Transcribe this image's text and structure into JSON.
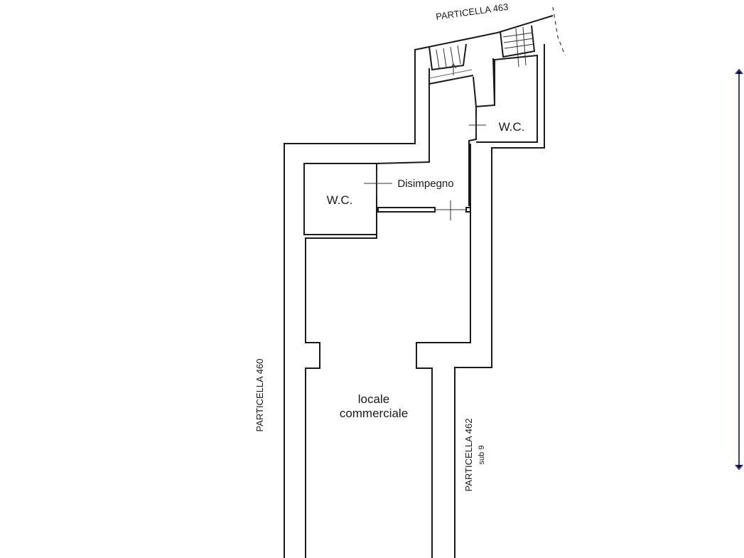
{
  "rooms": {
    "wc_upper": "W.C.",
    "wc_lower": "W.C.",
    "disimpegno": "Disimpegno",
    "locale_line1": "locale",
    "locale_line2": "commerciale"
  },
  "parcels": {
    "top": "PARTICELLA  463",
    "left": "PARTICELLA  460",
    "right": "PARTICELLA  462",
    "right_sub": "sub 9"
  },
  "colors": {
    "wall": "#1a1a1a",
    "scale_bar": "#3a3ab0"
  }
}
